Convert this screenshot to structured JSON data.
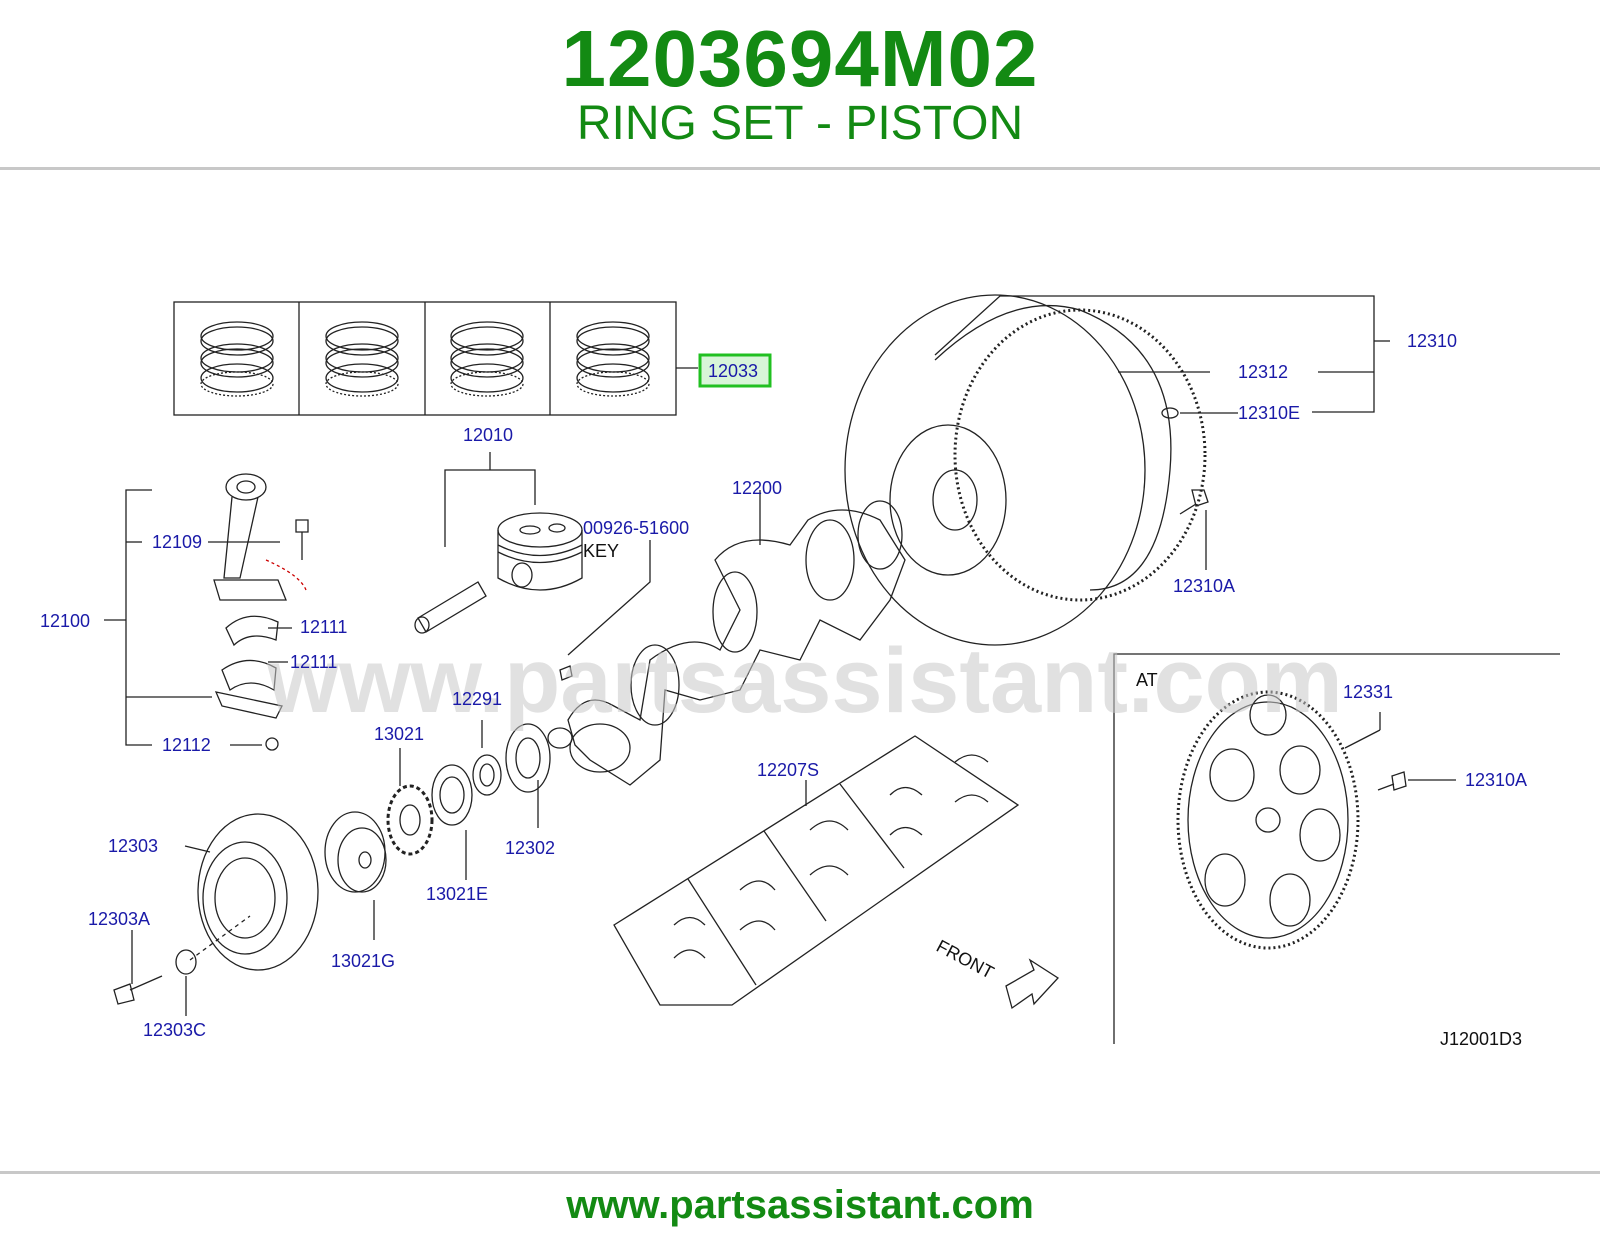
{
  "header": {
    "part_number": "1203694M02",
    "part_name": "RING SET - PISTON"
  },
  "footer": {
    "url": "www.partsassistant.com"
  },
  "watermark": "www.partsassistant.com",
  "colors": {
    "brand_green": "#138a13",
    "callout_blue": "#1a1aa8",
    "highlight_border": "#21c021",
    "highlight_fill": "#d8f5d8"
  },
  "diagram": {
    "highlighted_part": "12033",
    "callouts": {
      "c12033": "12033",
      "c12010": "12010",
      "c12109": "12109",
      "c12100": "12100",
      "c12111a": "12111",
      "c12111b": "12111",
      "c12112": "12112",
      "c00926": "00926-51600",
      "key": "KEY",
      "c12200": "12200",
      "c12310": "12310",
      "c12312": "12312",
      "c12310E": "12310E",
      "c12310A": "12310A",
      "c12291": "12291",
      "c13021": "13021",
      "c12302": "12302",
      "c13021E": "13021E",
      "c12303": "12303",
      "c12303A": "12303A",
      "c12303C": "12303C",
      "c13021G": "13021G",
      "c12207S": "12207S",
      "at": "AT",
      "c12331": "12331",
      "c12310A_at": "12310A",
      "front": "FRONT",
      "ref": "J12001D3"
    }
  }
}
